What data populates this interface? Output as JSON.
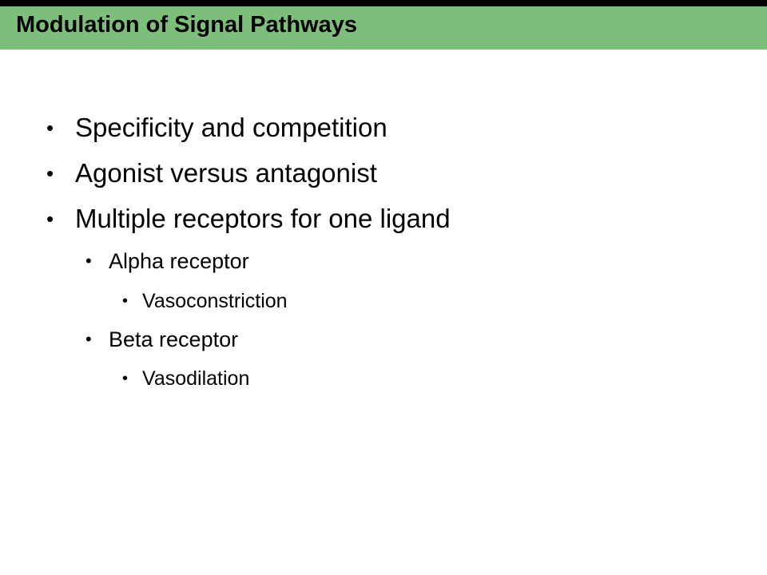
{
  "slide": {
    "title": "Modulation of Signal Pathways",
    "accent_color": "#7dbf7a",
    "bullet_glyph": "•",
    "bullets": [
      {
        "level": 1,
        "text": "Specificity and competition"
      },
      {
        "level": 1,
        "text": "Agonist versus antagonist"
      },
      {
        "level": 1,
        "text": "Multiple receptors for one ligand"
      },
      {
        "level": 2,
        "text": "Alpha receptor"
      },
      {
        "level": 3,
        "text": "Vasoconstriction"
      },
      {
        "level": 2,
        "text": "Beta receptor"
      },
      {
        "level": 3,
        "text": "Vasodilation"
      }
    ]
  }
}
